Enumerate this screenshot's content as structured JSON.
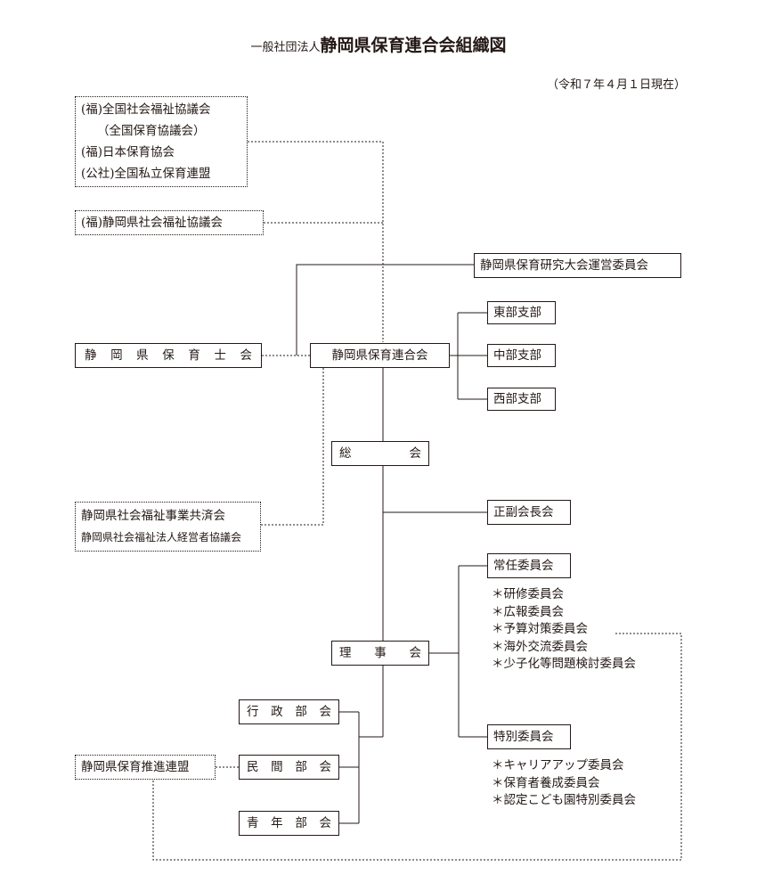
{
  "title": {
    "prefix": "一般社団法人",
    "main": "静岡県保育連合会組織図"
  },
  "date": "（令和７年４月１日現在）",
  "boxes": {
    "national": [
      "(福)全国社会福祉協議会",
      "（全国保育協議会）",
      "(福)日本保育協会",
      "(公社)全国私立保育連盟"
    ],
    "shakyo": "(福)静岡県社会福祉協議会",
    "research": "静岡県保育研究大会運営委員会",
    "hoikushi": [
      "静",
      "岡",
      "県",
      "保",
      "育",
      "士",
      "会"
    ],
    "rengokai": "静岡県保育連合会",
    "east": "東部支部",
    "central": "中部支部",
    "west": "西部支部",
    "sokai": [
      "総",
      "会"
    ],
    "kaicho": "正副会長会",
    "kyosai": [
      "静岡県社会福祉事業共済会",
      "静岡県社会福祉法人経営者協議会"
    ],
    "joninn": "常任委員会",
    "rijikai": [
      "理",
      "事",
      "会"
    ],
    "gyosei": [
      "行",
      "政",
      "部",
      "会"
    ],
    "minkan": [
      "民",
      "間",
      "部",
      "会"
    ],
    "seinen": [
      "青",
      "年",
      "部",
      "会"
    ],
    "suishin": "静岡県保育推進連盟",
    "tokubetsu": "特別委員会"
  },
  "joninn_committees": [
    "＊研修委員会",
    "＊広報委員会",
    "＊予算対策委員会",
    "＊海外交流委員会",
    "＊少子化等問題検討委員会"
  ],
  "tokubetsu_committees": [
    "＊キャリアアップ委員会",
    "＊保育者養成委員会",
    "＊認定こども園特別委員会"
  ]
}
